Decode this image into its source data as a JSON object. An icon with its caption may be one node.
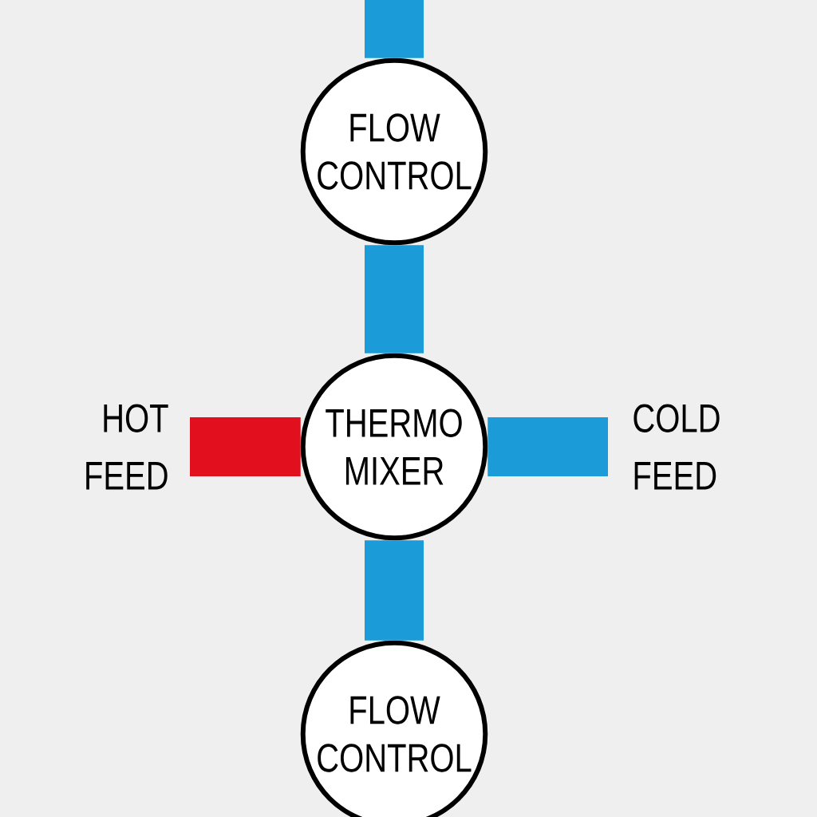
{
  "diagram": {
    "nodes": [
      {
        "text": [
          "FLOW CONTROL"
        ]
      },
      {
        "text": [
          "THERMO MIXER"
        ]
      },
      {
        "text": [
          "FLOW CONTROL"
        ]
      },
      {
        "text": [
          "HOT FEED"
        ]
      },
      {
        "text": [
          "COLD FEED"
        ]
      }
    ],
    "edges": [
      {
        "from": null,
        "to": 0,
        "arrow": "none"
      },
      {
        "from": 0,
        "to": 1,
        "arrow": "none"
      },
      {
        "from": 1,
        "to": 2,
        "arrow": "none"
      },
      {
        "from": 3,
        "to": 1,
        "arrow": "none",
        "color": "#e2101e"
      },
      {
        "from": 4,
        "to": 1,
        "arrow": "none"
      }
    ]
  }
}
